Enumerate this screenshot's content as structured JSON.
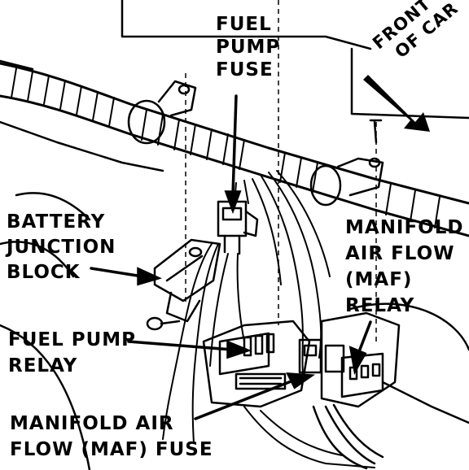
{
  "diagram": {
    "labels": {
      "fuel_pump_fuse": [
        "FUEL",
        "PUMP",
        "FUSE"
      ],
      "front_of_car": [
        "FRONT",
        "OF CAR"
      ],
      "battery_junction_block": [
        "BATTERY",
        "JUNCTION",
        "BLOCK"
      ],
      "maf_relay": [
        "MANIFOLD",
        "AIR FLOW",
        "(MAF)",
        "RELAY"
      ],
      "fuel_pump_relay": [
        "FUEL PUMP",
        "RELAY"
      ],
      "maf_fuse": [
        "MANIFOLD AIR",
        "FLOW (MAF) FUSE"
      ]
    }
  }
}
